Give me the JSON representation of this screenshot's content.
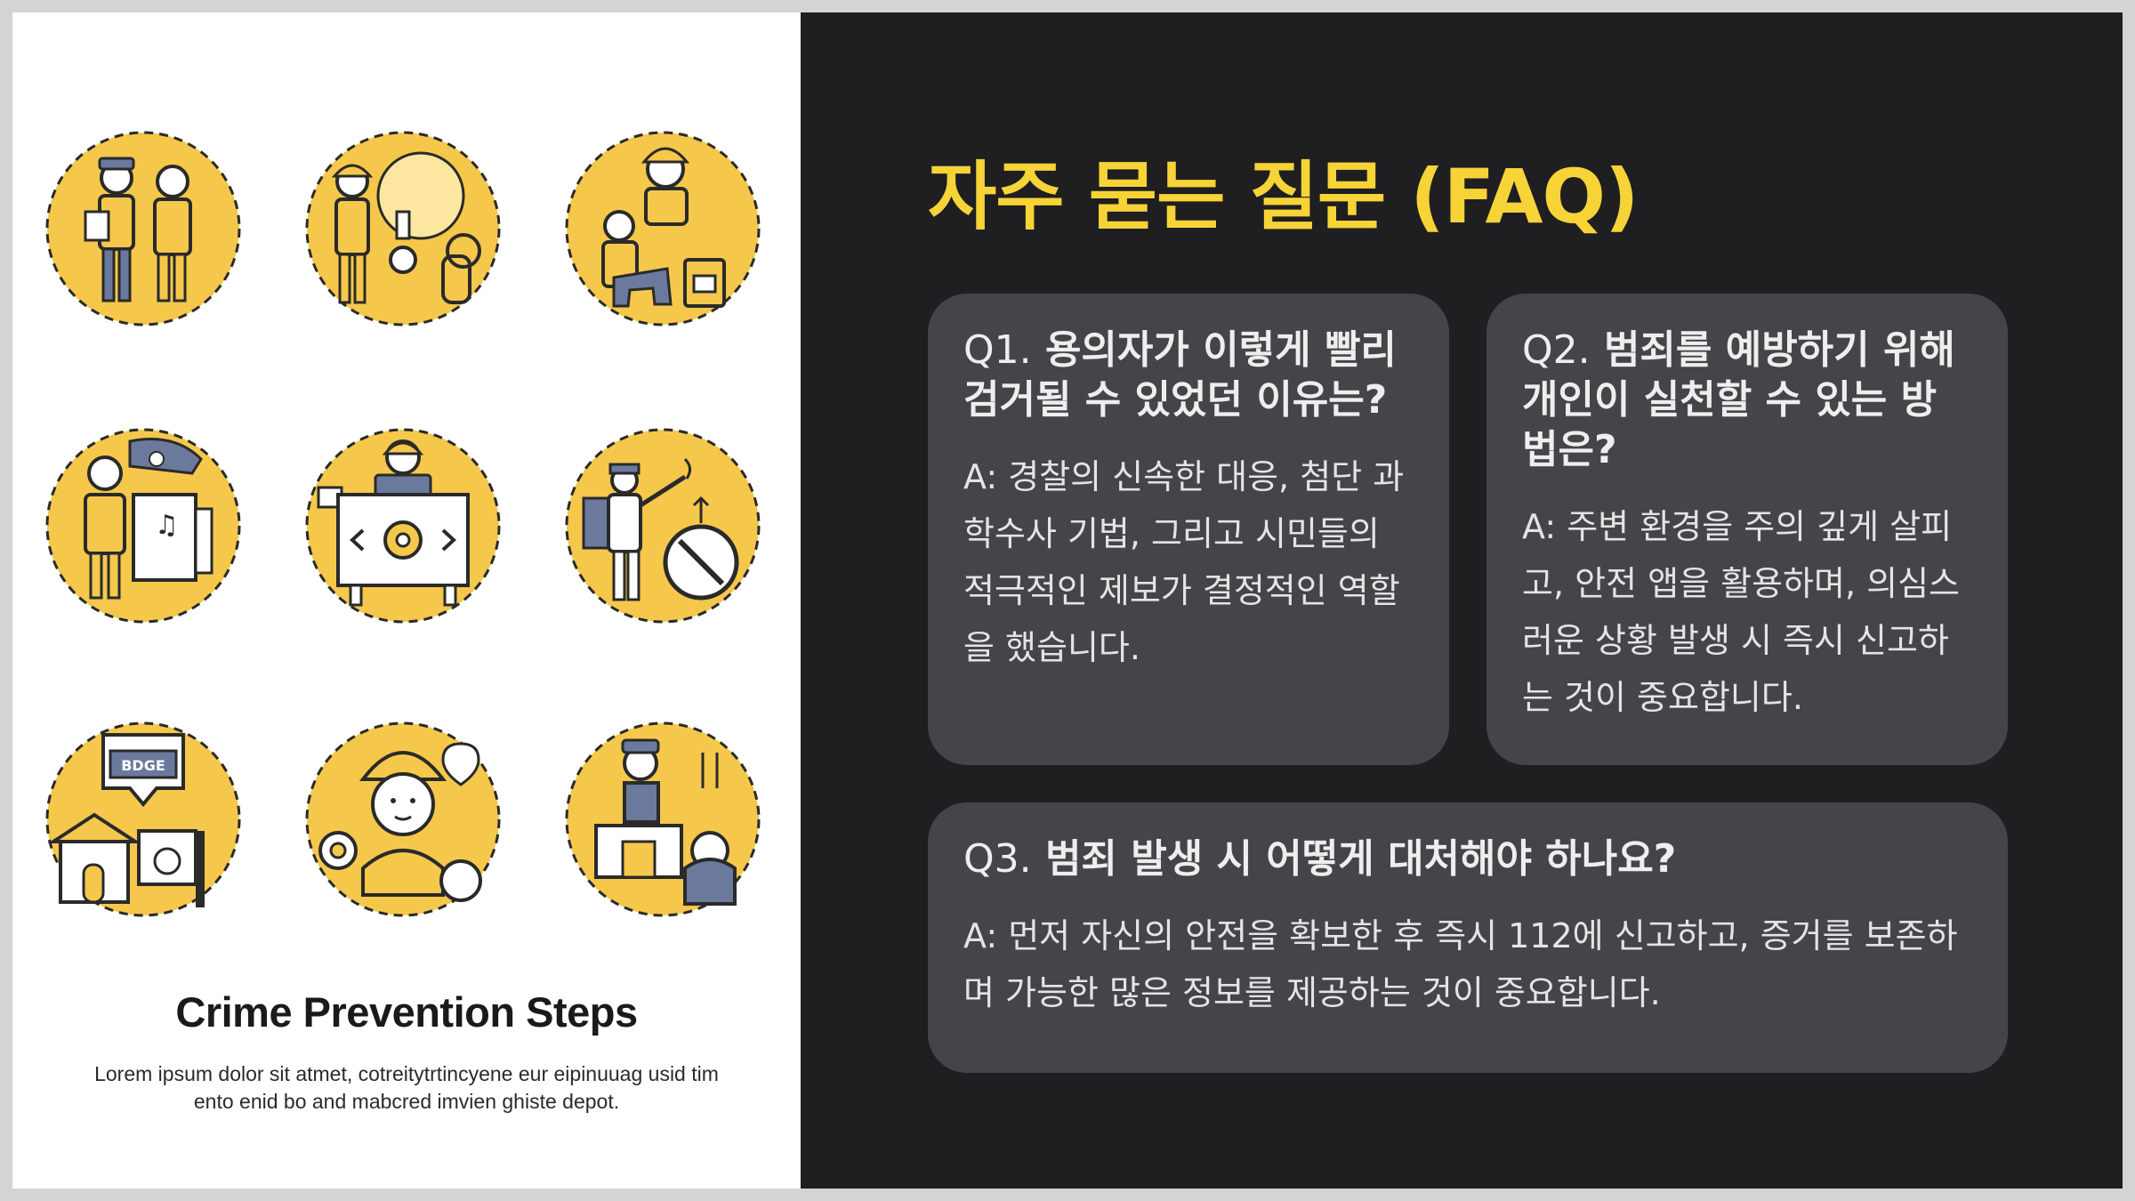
{
  "poster": {
    "title": "Crime Prevention Steps",
    "caption_line1": "Lorem ipsum dolor sit atmet, cotreitytrtincyene eur eipinuuag usid tim",
    "caption_line2": "ento enid bo and mabcred imvien ghiste depot.",
    "badge_text": "BDGE",
    "icons": [
      "two-officers-icon",
      "worker-with-keyhole-icon",
      "guard-with-dog-icon",
      "officer-with-document-icon",
      "monitor-screen-icon",
      "signal-officer-icon",
      "house-with-sign-icon",
      "detective-with-tools-icon",
      "guard-post-icon"
    ]
  },
  "faq": {
    "title": "자주 묻는 질문 (FAQ)",
    "items": [
      {
        "number": "Q1.",
        "question": "용의자가 이렇게 빨리 검거될 수 있었던 이유는?",
        "answer": "A: 경찰의 신속한 대응, 첨단 과학수사 기법, 그리고 시민들의 적극적인 제보가 결정적인 역할을 했습니다."
      },
      {
        "number": "Q2.",
        "question": "범죄를 예방하기 위해 개인이 실천할 수 있는 방법은?",
        "answer": "A: 주변 환경을 주의 깊게 살피고, 안전 앱을 활용하며, 의심스러운 상황 발생 시 즉시 신고하는 것이 중요합니다."
      },
      {
        "number": "Q3.",
        "question": "범죄 발생 시 어떻게 대처해야 하나요?",
        "answer": "A: 먼저 자신의 안전을 확보한 후 즉시 112에 신고하고, 증거를 보존하며 가능한 많은 정보를 제공하는 것이 중요합니다."
      }
    ]
  },
  "colors": {
    "accent_yellow": "#f6d337",
    "icon_yellow": "#f5c84c",
    "card_bg": "#454449",
    "slide_bg": "#1f1e21"
  }
}
